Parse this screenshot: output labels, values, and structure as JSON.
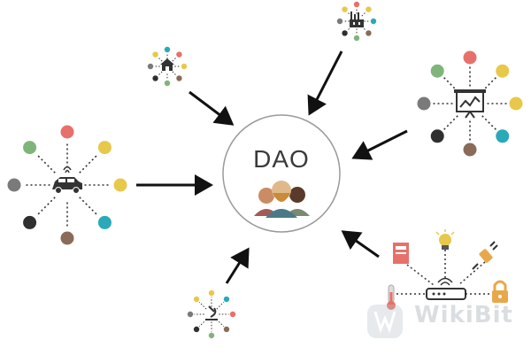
{
  "center": {
    "label": "DAO"
  },
  "watermark": {
    "text": "WikiBit"
  },
  "colors": {
    "red": "#e8706a",
    "yellow": "#e8c84a",
    "teal": "#2aa9b8",
    "green": "#7fb57a",
    "brown": "#8a6a58",
    "dark": "#2f2f2f",
    "gray": "#7a7a7a",
    "arrow": "#111111",
    "circle": "#9a9a9a",
    "icon": "#333333"
  },
  "clusters": [
    {
      "id": "home",
      "icon": "house-icon",
      "nodes": [
        "teal",
        "red",
        "yellow",
        "brown",
        "green",
        "dark",
        "gray",
        "yellow"
      ]
    },
    {
      "id": "factory",
      "icon": "factory-icon",
      "nodes": [
        "red",
        "yellow",
        "teal",
        "brown",
        "green",
        "dark",
        "gray",
        "yellow"
      ]
    },
    {
      "id": "monitor",
      "icon": "monitor-chart-icon",
      "nodes": [
        "red",
        "yellow",
        "yellow",
        "teal",
        "brown",
        "dark",
        "gray",
        "green"
      ]
    },
    {
      "id": "car",
      "icon": "car-icon",
      "nodes": [
        "red",
        "yellow",
        "yellow",
        "teal",
        "brown",
        "dark",
        "gray",
        "green"
      ]
    },
    {
      "id": "microscope",
      "icon": "microscope-icon",
      "nodes": [
        "yellow",
        "teal",
        "red",
        "brown",
        "green",
        "dark",
        "gray",
        "yellow"
      ]
    }
  ],
  "iot": {
    "icon": "router-icon",
    "devices": [
      "thermostat-icon",
      "lightbulb-icon",
      "plug-icon",
      "thermometer-icon",
      "padlock-icon"
    ]
  }
}
